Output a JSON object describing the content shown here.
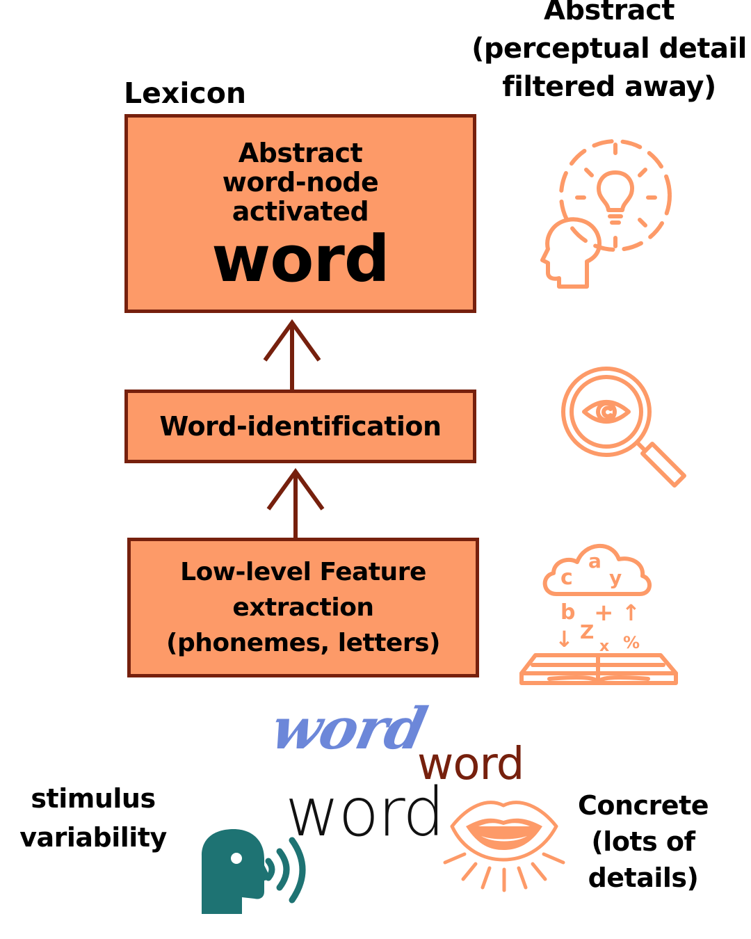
{
  "top_right_label": [
    "Abstract",
    "(perceptual detail",
    "filtered away)"
  ],
  "lexicon_label": "Lexicon",
  "boxes": {
    "lexicon": {
      "lines": [
        "Abstract",
        "word-node",
        "activated"
      ],
      "big_word": "word"
    },
    "word_identification": "Word-identification",
    "low_level": [
      "Low-level Feature",
      "extraction",
      "(phonemes, letters)"
    ]
  },
  "stimulus_label": [
    "stimulus",
    "variability"
  ],
  "concrete_label": [
    "Concrete",
    "(lots of",
    "details)"
  ],
  "word_samples": {
    "script_blue": "word",
    "handwritten_brown": "word",
    "thin_black": "word"
  },
  "icon_letters": {
    "cloud": [
      "c",
      "a",
      "y"
    ],
    "rain": [
      "b",
      "+",
      "↑",
      "↓",
      "Z",
      "x",
      "%"
    ]
  },
  "icons": [
    "head-lightbulb-icon",
    "magnifier-eye-icon",
    "book-letters-icon",
    "speaking-head-icon",
    "lips-icon"
  ],
  "colors": {
    "box_fill": "#fd9a68",
    "box_border": "#76200d",
    "icon_orange": "#fd9a68",
    "teal": "#1e7373",
    "blue_word": "#6c87d9",
    "arrow": "#76200d"
  }
}
